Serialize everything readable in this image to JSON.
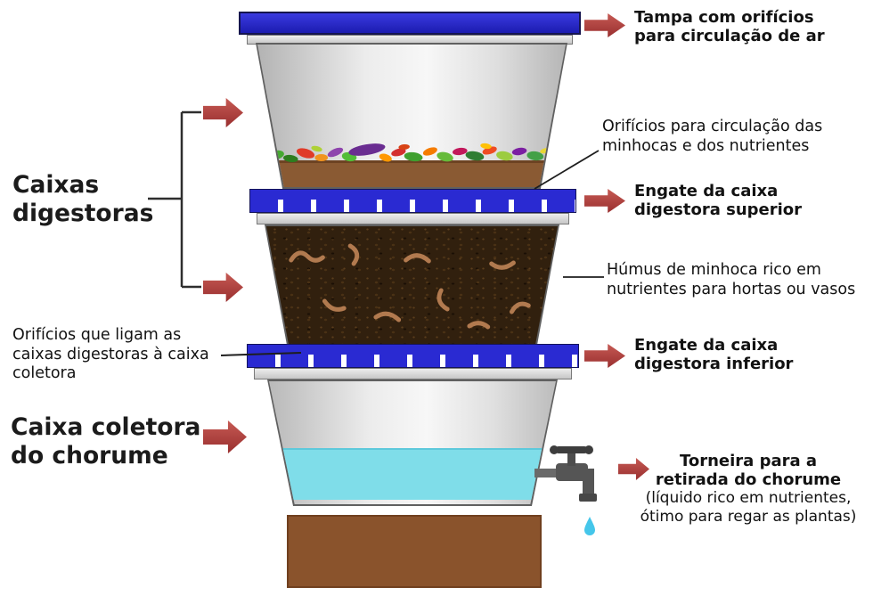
{
  "diagram": {
    "left": {
      "digesters_lines": [
        "Caixas",
        "digestoras"
      ],
      "holes_link_lines": [
        "Orifícios que ligam as",
        "caixas digestoras à caixa",
        "coletora"
      ],
      "collector_lines": [
        "Caixa coletora",
        "do chorume"
      ]
    },
    "right": {
      "lid_lines": [
        "Tampa com orifícios",
        "para circulação de ar"
      ],
      "worm_holes_lines": [
        "Orifícios para circulação das",
        "minhocas e dos nutrientes"
      ],
      "upper_coupling_lines": [
        "Engate da caixa",
        "digestora superior"
      ],
      "humus_lines": [
        "Húmus de minhoca rico em",
        "nutrientes para hortas ou vasos"
      ],
      "lower_coupling_lines": [
        "Engate da caixa",
        "digestora inferior"
      ],
      "faucet_lines": [
        "Torneira para a",
        "retirada do chorume"
      ],
      "faucet_note_lines": [
        "(líquido rico em nutrientes,",
        "ótimo para regar as plantas)"
      ]
    },
    "colors": {
      "arrow_red": "#b04040",
      "band_blue": "#2a2ad2",
      "lid_blue": "#2424cd",
      "liquid_cyan": "#7fdde9",
      "soil_brown": "#8a5a33",
      "humus_brown": "#31200e",
      "base_brown": "#8a532c",
      "box_gray": "#d9d9d9"
    }
  }
}
